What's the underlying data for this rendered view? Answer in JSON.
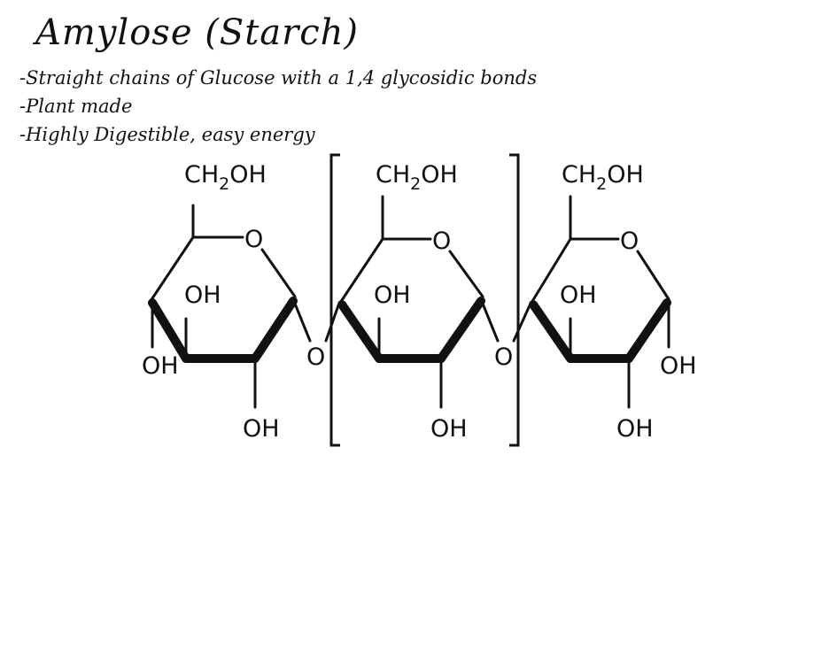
{
  "title": "Amylose (Starch)",
  "bullets": [
    "Straight chains of Glucose with a 1,4 glycosidic bonds",
    "Plant made",
    "Highly Digestible, easy energy"
  ],
  "bullet_marker": "-",
  "units": [
    {
      "ch2oh_main": "CH",
      "ch2oh_sub": "2",
      "ch2oh_end": "OH",
      "ring_o": "O",
      "oh_inner": "OH",
      "oh_left": "OH",
      "oh_bottom": "OH"
    },
    {
      "ch2oh_main": "CH",
      "ch2oh_sub": "2",
      "ch2oh_end": "OH",
      "ring_o": "O",
      "oh_inner": "OH",
      "oh_bottom": "OH"
    },
    {
      "ch2oh_main": "CH",
      "ch2oh_sub": "2",
      "ch2oh_end": "OH",
      "ring_o": "O",
      "oh_inner": "OH",
      "oh_right": "OH",
      "oh_bottom": "OH"
    }
  ],
  "linkages": [
    "O",
    "O"
  ]
}
